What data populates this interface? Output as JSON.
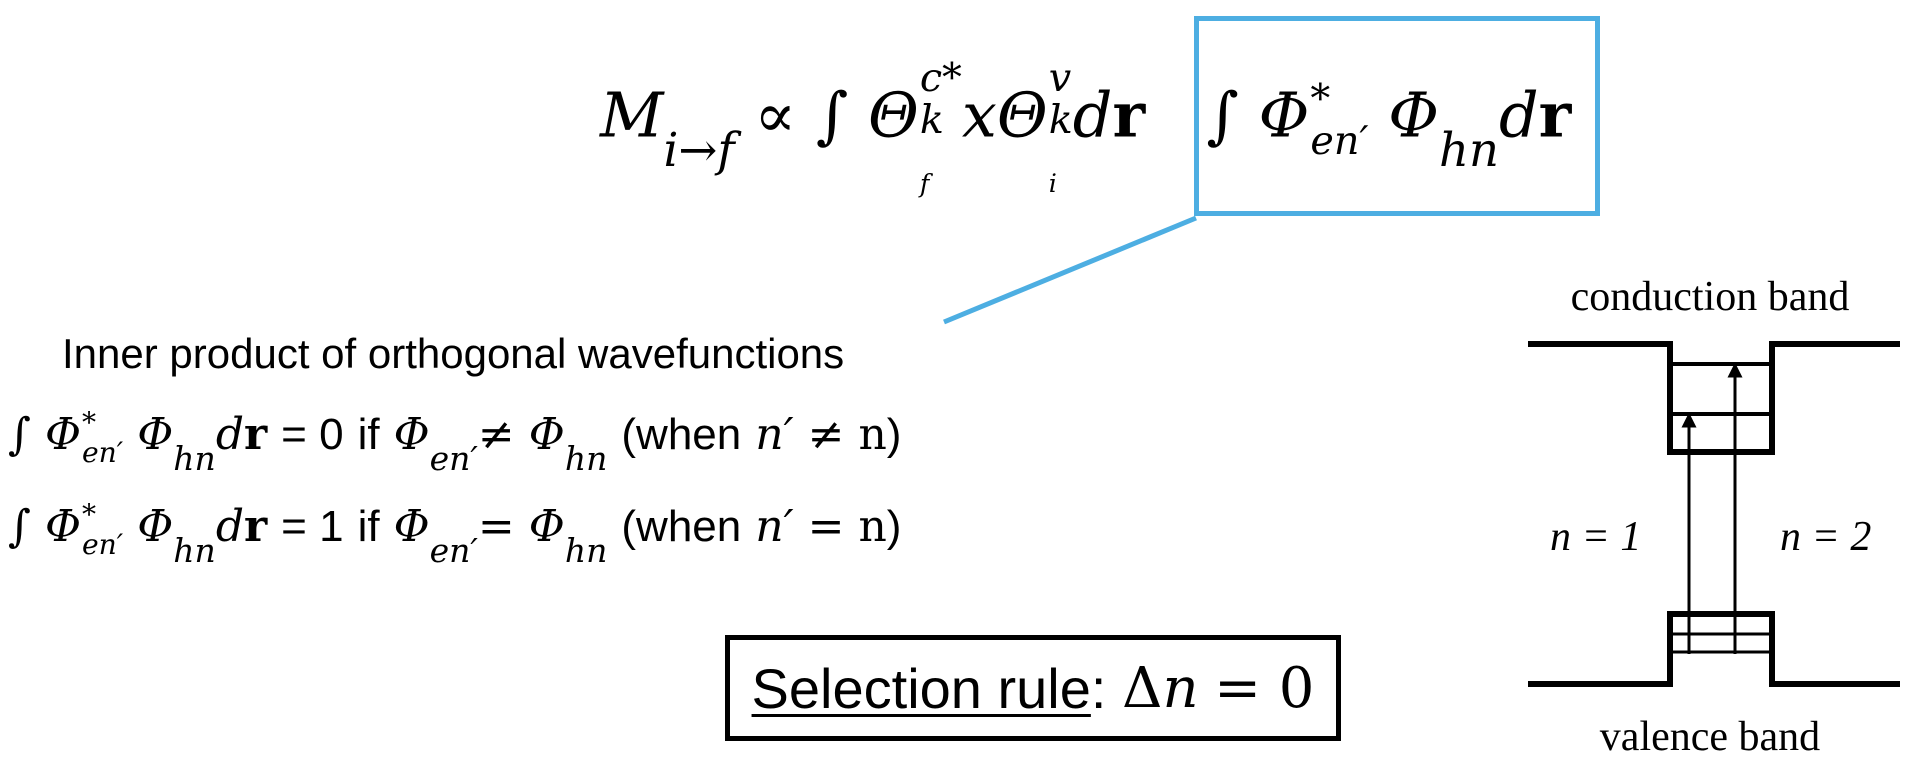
{
  "equation": {
    "M": "M",
    "M_sub": "i→f",
    "propto": "∝",
    "integral": "∫",
    "theta": "Θ",
    "theta1_sup": "c*",
    "theta1_sub": "k",
    "theta1_subsub": "f",
    "x": "x",
    "theta2_sup": "v",
    "theta2_sub": "k",
    "theta2_subsub": "i",
    "dr": "d",
    "r": "r",
    "phi": "Φ",
    "phi1_sup": "*",
    "phi1_sub": "en′",
    "phi2_sub": "hn"
  },
  "inner_product_title": "Inner product of orthogonal wavefunctions",
  "condition_1": {
    "lhs_equals": "= 0",
    "if_text": "if",
    "neq": "≠",
    "when_open": "(when",
    "n_prime": "n′",
    "relation": "≠",
    "n": "n",
    "close": ")"
  },
  "condition_2": {
    "lhs_equals": "= 1",
    "if_text": "if",
    "eq": "=",
    "when_open": "(when",
    "n_prime": "n′",
    "relation": "=",
    "n": "n",
    "close": ")"
  },
  "selection_rule": {
    "label": "Selection rule",
    "colon": ":",
    "delta": "Δ",
    "n": "n",
    "equals_zero": "= 0"
  },
  "band_diagram": {
    "conduction_label": "conduction band",
    "valence_label": "valence band",
    "n1_label": "n = 1",
    "n2_label": "n = 2"
  },
  "colors": {
    "highlight": "#4daee2",
    "line": "#000000"
  }
}
